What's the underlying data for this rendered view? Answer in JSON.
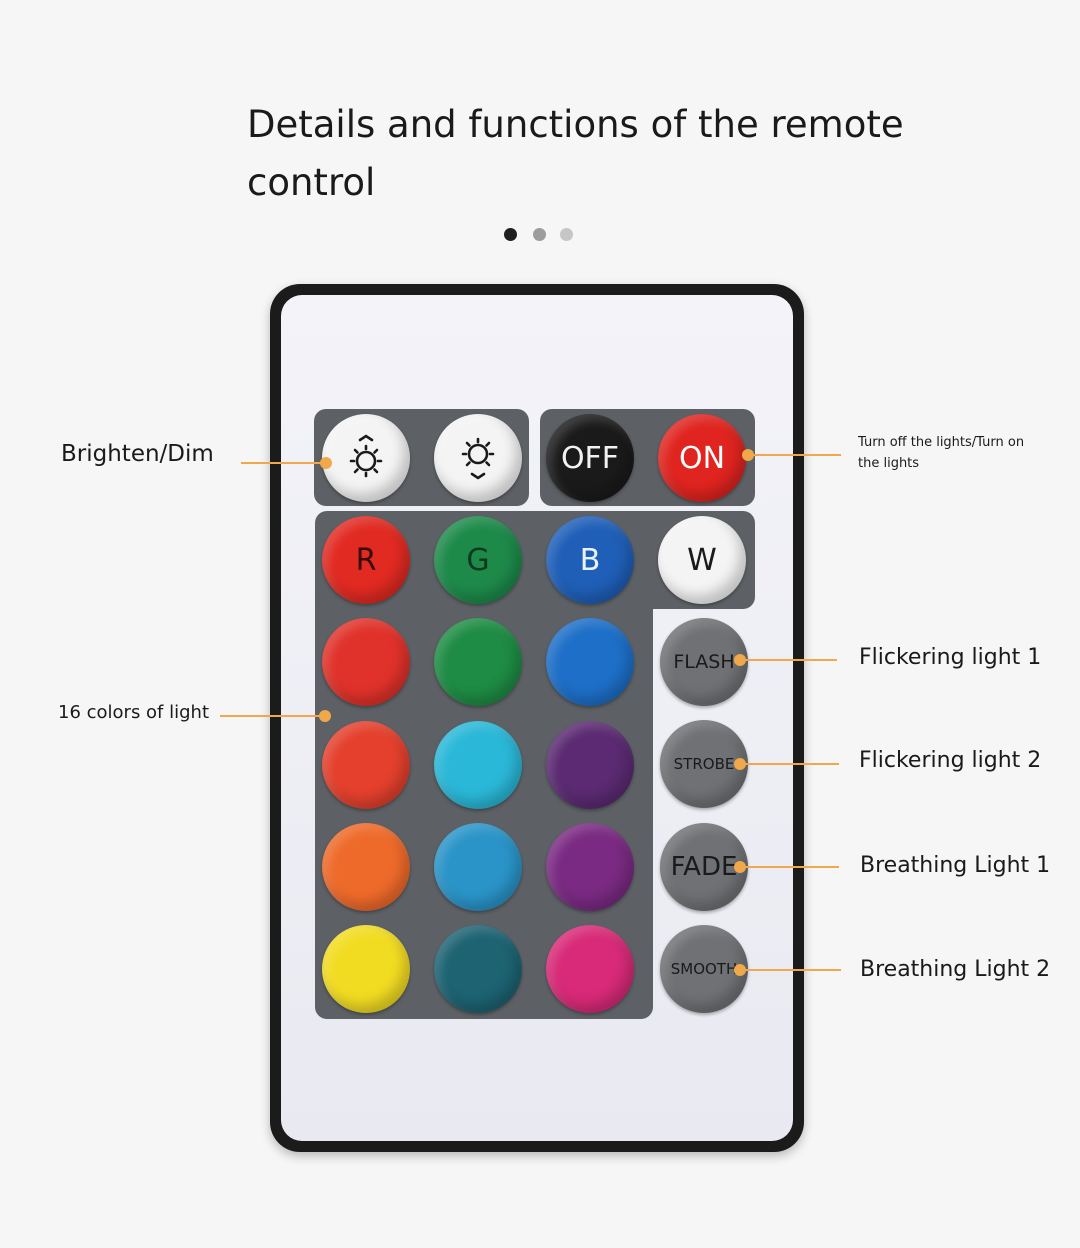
{
  "title": "Details and functions of the remote control",
  "carousel": {
    "pages": 3,
    "active": 1
  },
  "remote": {
    "top_row": [
      {
        "icon": "brighten-icon",
        "kind": "light"
      },
      {
        "icon": "dim-icon",
        "kind": "light"
      },
      {
        "label": "OFF",
        "color": "#1a1a1a"
      },
      {
        "label": "ON",
        "color": "#e0241f"
      }
    ],
    "color_buttons": [
      [
        {
          "label": "R",
          "color": "#e12a22"
        },
        {
          "label": "G",
          "color": "#1d8a4a"
        },
        {
          "label": "B",
          "color": "#1f5fb8"
        },
        {
          "label": "W",
          "color": "#f4f4f4"
        }
      ],
      [
        {
          "label": "",
          "color": "#e0322a"
        },
        {
          "label": "",
          "color": "#1e8c44"
        },
        {
          "label": "",
          "color": "#1d6fc8"
        }
      ],
      [
        {
          "label": "",
          "color": "#e4402d"
        },
        {
          "label": "",
          "color": "#2ab8d8"
        },
        {
          "label": "",
          "color": "#5b2a72"
        }
      ],
      [
        {
          "label": "",
          "color": "#ee6a2a"
        },
        {
          "label": "",
          "color": "#2a94c8"
        },
        {
          "label": "",
          "color": "#7a2a82"
        }
      ],
      [
        {
          "label": "",
          "color": "#f2dc22"
        },
        {
          "label": "",
          "color": "#1d6372"
        },
        {
          "label": "",
          "color": "#d82a78"
        }
      ]
    ],
    "mode_buttons": [
      "FLASH",
      "STROBE",
      "FADE",
      "SMOOTH"
    ]
  },
  "callouts": {
    "brighten_dim": "Brighten/Dim",
    "on_off_line1": "Turn off the lights/Turn on",
    "on_off_line2": "the lights",
    "colors": "16 colors of light",
    "flash": "Flickering light 1",
    "strobe": "Flickering light 2",
    "fade": "Breathing Light 1",
    "smooth": "Breathing Light 2"
  },
  "accent_color": "#f0a84a"
}
